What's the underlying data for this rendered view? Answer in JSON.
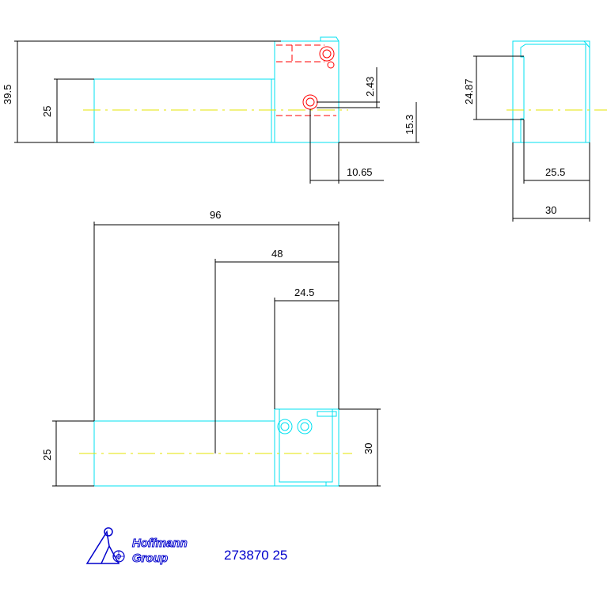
{
  "dimensions": {
    "front_height_total": "39.5",
    "front_height_body": "25",
    "front_hole_offset": "2.43",
    "front_hole_height": "15.3",
    "front_hole_x": "10.65",
    "side_height": "24.87",
    "side_inner_width": "25.5",
    "side_width": "30",
    "top_length": "96",
    "top_half_length": "48",
    "top_head_length": "24.5",
    "top_body_width": "25",
    "top_head_width": "30"
  },
  "title_block": {
    "logo_line1": "Hoffmann",
    "logo_line2": "Group",
    "part_number": "273870 25"
  },
  "colors": {
    "outline": "#00e0f0",
    "dimension": "#000000",
    "centerline": "#e6e600",
    "hidden_feature": "#ff0000",
    "title": "#0000cc"
  }
}
